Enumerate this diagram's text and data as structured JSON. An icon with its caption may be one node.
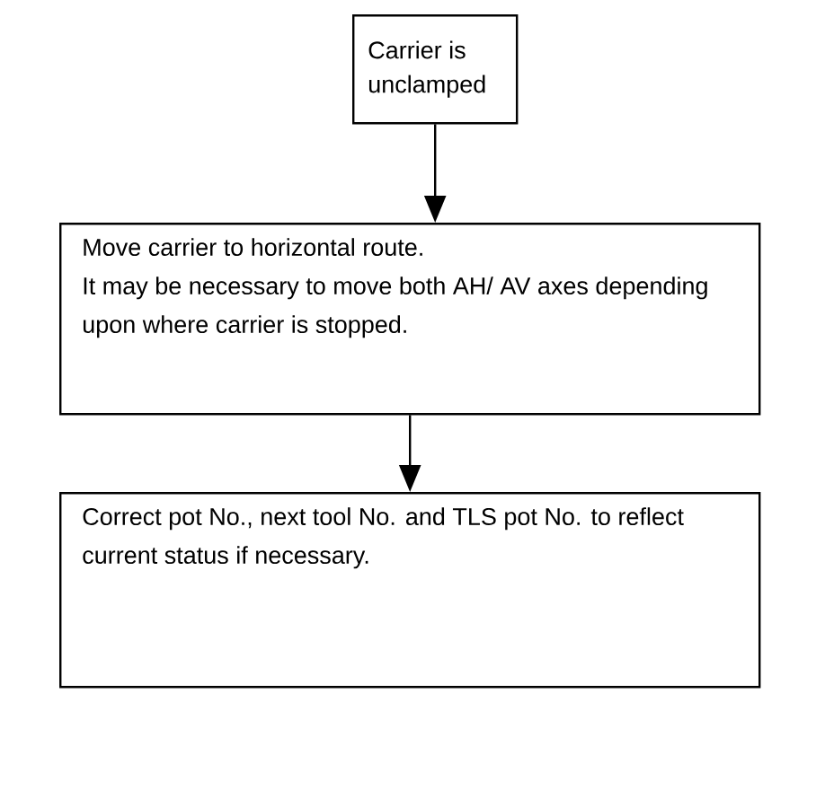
{
  "diagram": {
    "nodes": [
      {
        "text": [
          "Carrier is unclamped"
        ]
      },
      {
        "text": [
          "Move carrier to horizontal route.",
          "It may be necessary to move both AH/ AV axes depending upon where carrier is stopped."
        ]
      },
      {
        "text": [
          "Correct pot No., next tool No. and TLS pot No. to reflect current status if necessary."
        ]
      }
    ],
    "edges": [
      {
        "from": 0,
        "to": 1,
        "arrow": "to"
      },
      {
        "from": 1,
        "to": 2,
        "arrow": "to"
      }
    ]
  }
}
